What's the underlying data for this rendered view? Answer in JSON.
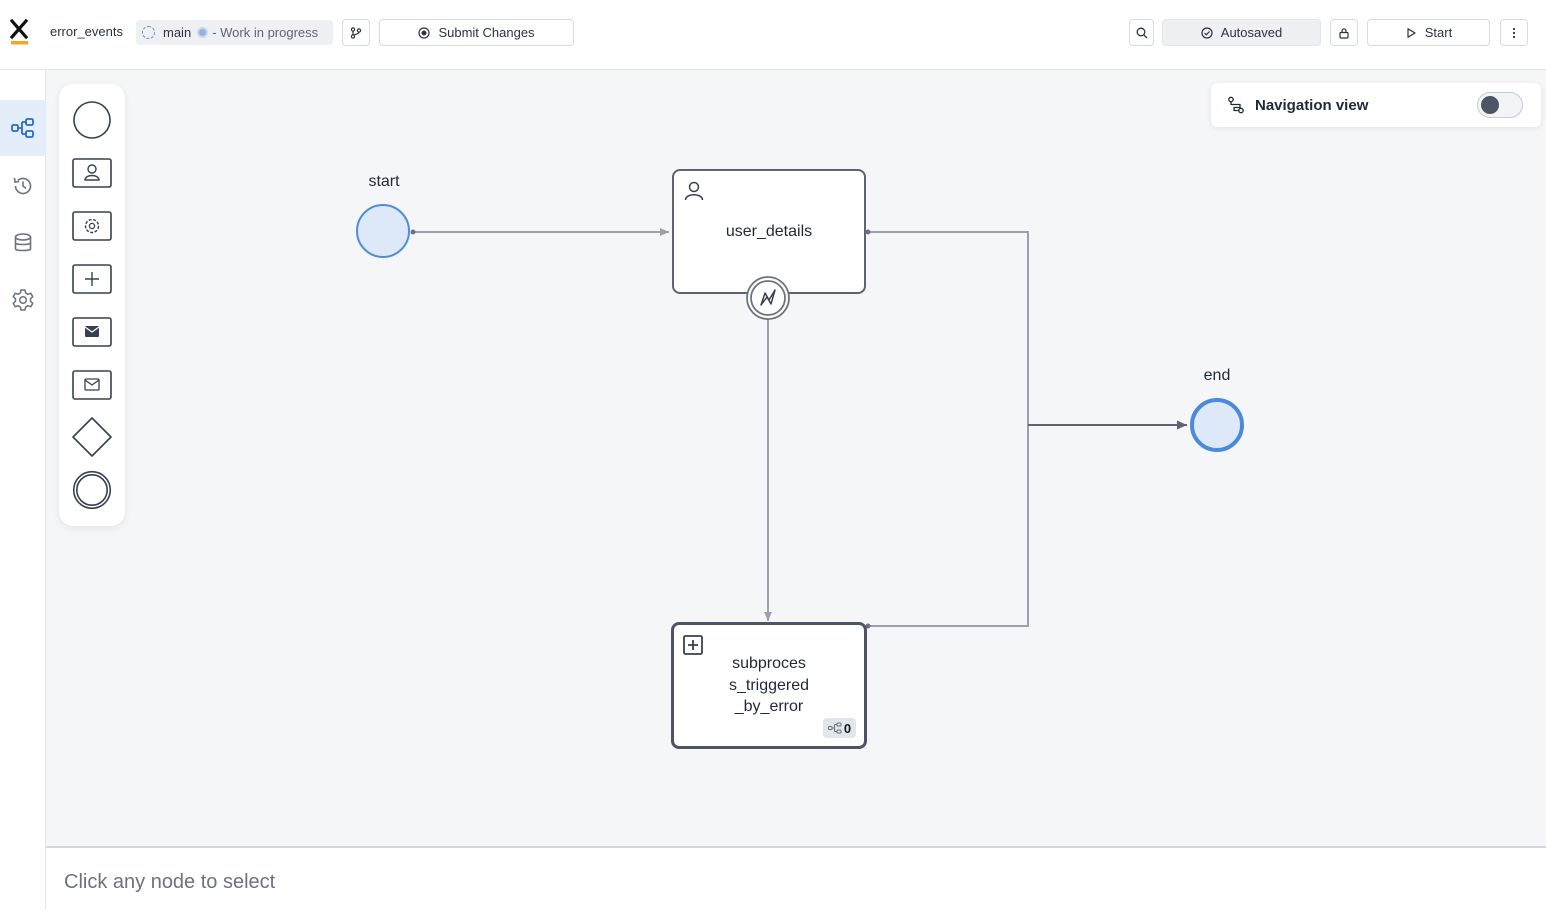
{
  "header": {
    "process_name": "error_events",
    "branch": "main",
    "branch_state": "- Work in progress",
    "submit_label": "Submit Changes",
    "autosave_label": "Autosaved",
    "start_label": "Start"
  },
  "sidebar": {
    "items": [
      {
        "name": "process-flow",
        "icon": "flow-icon",
        "active": true
      },
      {
        "name": "history",
        "icon": "history-icon",
        "active": false
      },
      {
        "name": "data-model",
        "icon": "database-icon",
        "active": false
      },
      {
        "name": "settings",
        "icon": "gear-icon",
        "active": false
      }
    ]
  },
  "palette": {
    "items": [
      "start-event",
      "user-task",
      "service-task",
      "subprocess",
      "send-message",
      "receive-message",
      "gateway",
      "end-event"
    ]
  },
  "navigation_view": {
    "label": "Navigation view",
    "enabled": false
  },
  "diagram": {
    "nodes": {
      "start": {
        "label": "start",
        "type": "start-event"
      },
      "user_details": {
        "label": "user_details",
        "type": "user-task"
      },
      "subprocess": {
        "label_lines": [
          "subproces",
          "s_triggered",
          "_by_error"
        ],
        "type": "subprocess",
        "badge_count": "0"
      },
      "end": {
        "label": "end",
        "type": "end-event"
      }
    },
    "boundary_event": {
      "type": "error-boundary",
      "attached_to": "user_details"
    }
  },
  "footer": {
    "message": "Click any node to select"
  },
  "colors": {
    "accent": "#3f7fd6",
    "event_fill": "#dde9f8",
    "active_rail": "#e4eefb",
    "logo_bar": "#f5a623"
  }
}
